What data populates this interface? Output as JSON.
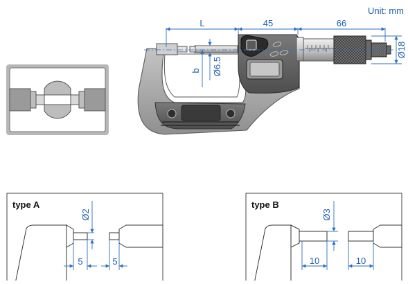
{
  "unit_label": "Unit: mm",
  "dimensions": {
    "L": "L",
    "frame_width": "45",
    "thimble_length": "66",
    "spindle_dia": "Ø6.5",
    "thimble_dia": "Ø18",
    "depth": "b"
  },
  "types": [
    {
      "label": "type A",
      "tip_dia": "Ø2",
      "tip_left": "5",
      "tip_right": "5"
    },
    {
      "label": "type B",
      "tip_dia": "Ø3",
      "tip_left": "10",
      "tip_right": "10"
    }
  ],
  "colors": {
    "dimension": "#2d6fc0",
    "frame": "#9e9e9e",
    "frame_dark": "#5a5a5a",
    "background": "#ffffff"
  }
}
